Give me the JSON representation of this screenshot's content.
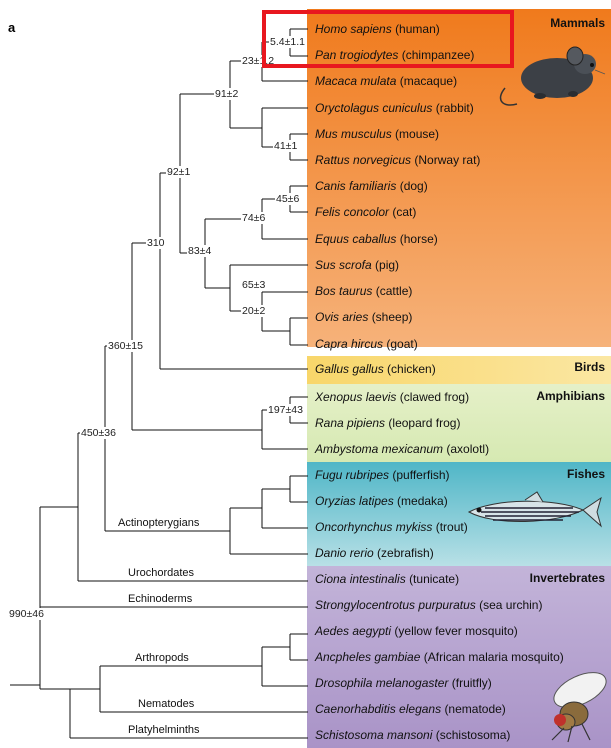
{
  "panel_label": "a",
  "groups": [
    {
      "label": "Mammals",
      "color_top": "#f07a1c",
      "color_bottom": "#f6b27a"
    },
    {
      "label": "Birds",
      "color_top": "#f8d66a",
      "color_bottom": "#fbe7a3"
    },
    {
      "label": "Amphibians",
      "color_top": "#e5f0c8",
      "color_bottom": "#d6e9b2"
    },
    {
      "label": "Fishes",
      "color_top": "#4fb6c7",
      "color_bottom": "#b8e0e6"
    },
    {
      "label": "Invertebrates",
      "color_top": "#c3b4d9",
      "color_bottom": "#a993c7"
    }
  ],
  "species": [
    {
      "sci": "Homo sapiens",
      "common": "(human)"
    },
    {
      "sci": "Pan trogiodytes",
      "common": "(chimpanzee)"
    },
    {
      "sci": "Macaca mulata",
      "common": "(macaque)"
    },
    {
      "sci": "Oryctolagus cuniculus",
      "common": "(rabbit)"
    },
    {
      "sci": "Mus musculus",
      "common": "(mouse)"
    },
    {
      "sci": "Rattus norvegicus",
      "common": "(Norway rat)"
    },
    {
      "sci": "Canis familiaris",
      "common": "(dog)"
    },
    {
      "sci": "Felis concolor",
      "common": "(cat)"
    },
    {
      "sci": "Equus caballus",
      "common": "(horse)"
    },
    {
      "sci": "Sus scrofa",
      "common": "(pig)"
    },
    {
      "sci": "Bos taurus",
      "common": "(cattle)"
    },
    {
      "sci": "Ovis aries",
      "common": "(sheep)"
    },
    {
      "sci": "Capra hircus",
      "common": "(goat)"
    },
    {
      "sci": "Gallus gallus",
      "common": "(chicken)"
    },
    {
      "sci": "Xenopus laevis",
      "common": "(clawed frog)"
    },
    {
      "sci": "Rana pipiens",
      "common": "(leopard frog)"
    },
    {
      "sci": "Ambystoma mexicanum",
      "common": "(axolotl)"
    },
    {
      "sci": "Fugu rubripes",
      "common": "(pufferfish)"
    },
    {
      "sci": "Oryzias latipes",
      "common": "(medaka)"
    },
    {
      "sci": "Oncorhynchus mykiss",
      "common": "(trout)"
    },
    {
      "sci": "Danio rerio",
      "common": "(zebrafish)"
    },
    {
      "sci": "Ciona intestinalis",
      "common": "(tunicate)"
    },
    {
      "sci": "Strongylocentrotus purpuratus",
      "common": "(sea urchin)"
    },
    {
      "sci": "Aedes aegypti",
      "common": "(yellow fever mosquito)"
    },
    {
      "sci": "Ancpheles gambiae",
      "common": "(African malaria mosquito)"
    },
    {
      "sci": "Drosophila melanogaster",
      "common": "(fruitfly)"
    },
    {
      "sci": "Caenorhabditis elegans",
      "common": "(nematode)"
    },
    {
      "sci": "Schistosoma mansoni",
      "common": "(schistosoma)"
    }
  ],
  "node_labels": {
    "human_chimp": "5.4±1.1",
    "great_apes_macaque": "23±1.2",
    "primates_glires": "91±2",
    "rodents": "41±1",
    "euarchontoglires_laurasiatheria": "92±1",
    "dog_cat": "45±6",
    "carnivores_horse": "74±6",
    "laurasiatheria": "83±4",
    "pig_ruminants": "65±3",
    "sheep_goat": "20±2",
    "mammals_birds": "310",
    "amniotes_amphibians": "360±15",
    "frogs": "197±43",
    "vertebrates": "450±36",
    "root": "990±46"
  },
  "clade_labels": {
    "actinopterygians": "Actinopterygians",
    "urochordates": "Urochordates",
    "echinoderms": "Echinoderms",
    "arthropods": "Arthropods",
    "nematodes": "Nematodes",
    "platyhelminths": "Platyhelminths"
  },
  "highlight_color": "#e8171f"
}
